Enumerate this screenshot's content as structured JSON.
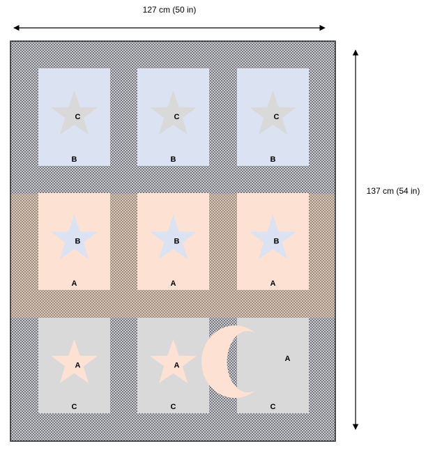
{
  "dimensions": {
    "width_label": "127 cm (50 in)",
    "height_label": "137 cm (54 in)"
  },
  "colors": {
    "frame_border": "#222222",
    "dark_band": "#5c5f6b",
    "brown_band": "#8a7a6a",
    "lattice": "#e8e8e8",
    "fabric_A": "#fde1d3",
    "fabric_B": "#dbe2f2",
    "fabric_C": "#d9d9d9"
  },
  "rows": [
    {
      "band": "dark",
      "blocks": [
        {
          "fabric": "B",
          "label": "B",
          "motif": "star",
          "motif_fabric": "C",
          "motif_label": "C"
        },
        {
          "fabric": "B",
          "label": "B",
          "motif": "star",
          "motif_fabric": "C",
          "motif_label": "C"
        },
        {
          "fabric": "B",
          "label": "B",
          "motif": "star",
          "motif_fabric": "C",
          "motif_label": "C"
        }
      ]
    },
    {
      "band": "brown",
      "blocks": [
        {
          "fabric": "A",
          "label": "A",
          "motif": "star",
          "motif_fabric": "B",
          "motif_label": "B"
        },
        {
          "fabric": "A",
          "label": "A",
          "motif": "star",
          "motif_fabric": "B",
          "motif_label": "B"
        },
        {
          "fabric": "A",
          "label": "A",
          "motif": "star",
          "motif_fabric": "B",
          "motif_label": "B"
        }
      ]
    },
    {
      "band": "dark",
      "blocks": [
        {
          "fabric": "C",
          "label": "C",
          "motif": "star",
          "motif_fabric": "A",
          "motif_label": "A"
        },
        {
          "fabric": "C",
          "label": "C",
          "motif": "star",
          "motif_fabric": "A",
          "motif_label": "A"
        },
        {
          "fabric": "C",
          "label": "C",
          "motif": "moon",
          "motif_fabric": "A",
          "motif_label": "A"
        }
      ]
    }
  ]
}
